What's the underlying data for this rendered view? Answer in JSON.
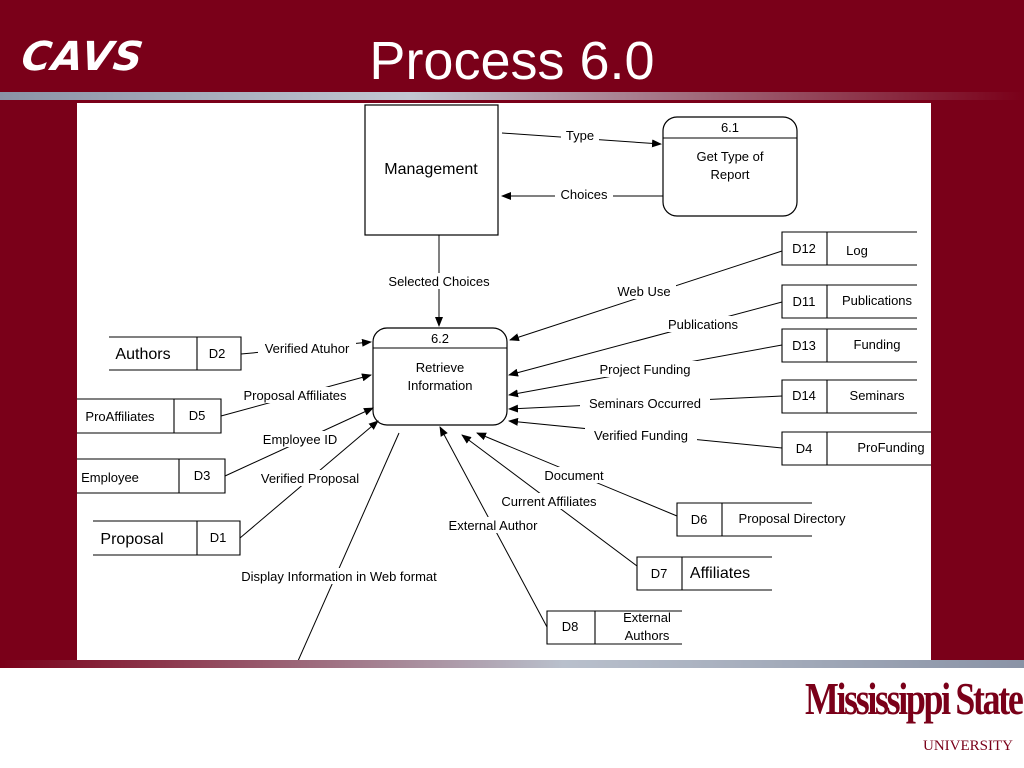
{
  "slide": {
    "logo_text": "CAVS",
    "title": "Process 6.0",
    "university_name": "Mississippi State",
    "university_sub": "UNIVERSITY"
  },
  "diagram": {
    "management": "Management",
    "process_6_1": {
      "id": "6.1",
      "line1": "Get Type of",
      "line2": "Report"
    },
    "process_6_2": {
      "id": "6.2",
      "line1": "Retrieve",
      "line2": "Information"
    },
    "stores": {
      "d12": {
        "id": "D12",
        "name": "Log"
      },
      "d11": {
        "id": "D11",
        "name": "Publications"
      },
      "d13": {
        "id": "D13",
        "name": "Funding"
      },
      "d14": {
        "id": "D14",
        "name": "Seminars"
      },
      "d4": {
        "id": "D4",
        "name": "ProFunding"
      },
      "d6": {
        "id": "D6",
        "name": "Proposal Directory"
      },
      "d7": {
        "id": "D7",
        "name": "Affiliates"
      },
      "d8": {
        "id": "D8",
        "name_line1": "External",
        "name_line2": "Authors"
      },
      "d2": {
        "id": "D2",
        "name": "Authors"
      },
      "d5": {
        "id": "D5",
        "name": "ProAffiliates"
      },
      "d3": {
        "id": "D3",
        "name": "Employee"
      },
      "d1": {
        "id": "D1",
        "name": "Proposal"
      }
    },
    "flows": {
      "type": "Type",
      "choices": "Choices",
      "selected_choices": "Selected Choices",
      "web_use": "Web Use",
      "publications": "Publications",
      "project_funding": "Project Funding",
      "seminars_occurred": "Seminars Occurred",
      "verified_funding": "Verified Funding",
      "document": "Document",
      "current_affiliates": "Current Affiliates",
      "external_author": "External Author",
      "verified_author": "Verified Atuhor",
      "proposal_affiliates": "Proposal Affiliates",
      "employee_id": "Employee ID",
      "verified_proposal": "Verified Proposal",
      "display_info": "Display Information in Web format"
    }
  }
}
